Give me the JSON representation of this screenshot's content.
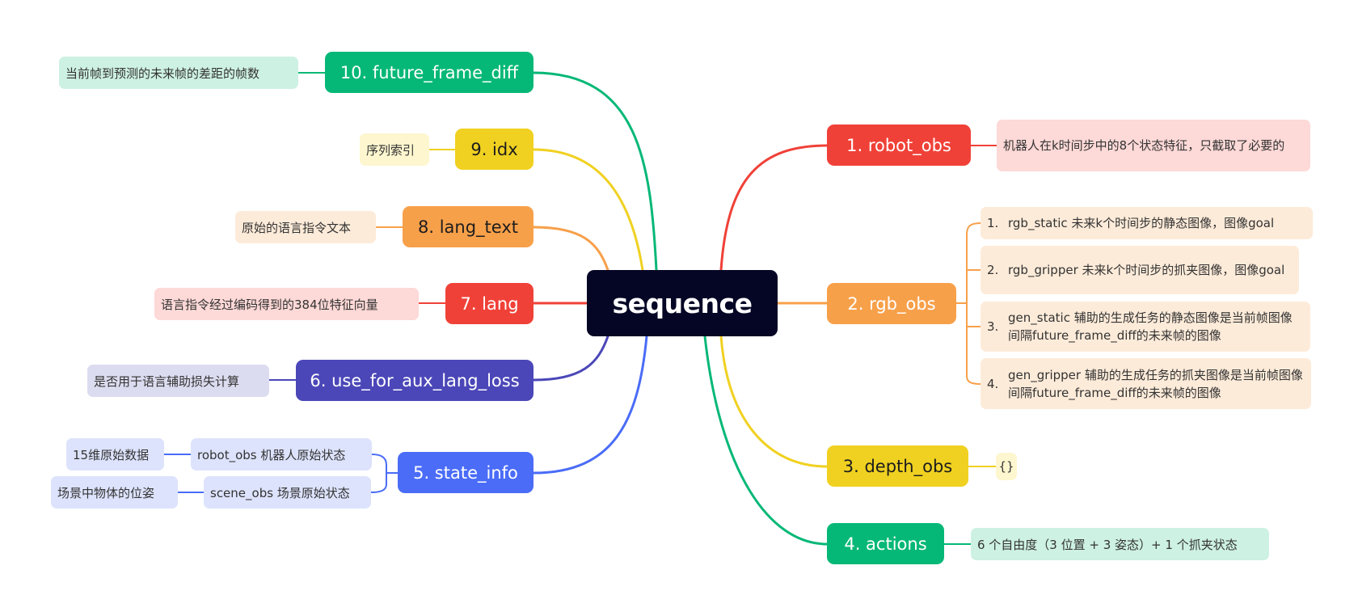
{
  "root": {
    "label": "sequence"
  },
  "right": [
    {
      "label": "1.  robot_obs",
      "color": "#f04138",
      "note": "机器人在k时间步中的8个状态特征，只截取了必要的",
      "note_bg": "#fdd9d7"
    },
    {
      "label": "2.  rgb_obs",
      "color": "#f7a04a",
      "items": [
        {
          "num": "1.",
          "text": "rgb_static 未来k个时间步的静态图像，图像goal"
        },
        {
          "num": "2.",
          "text": "rgb_gripper 未来k个时间步的抓夹图像，图像goal"
        },
        {
          "num": "3.",
          "text": "gen_static 辅助的生成任务的静态图像是当前帧图像间隔future_frame_diff的未来帧的图像"
        },
        {
          "num": "4.",
          "text": "gen_gripper 辅助的生成任务的抓夹图像是当前帧图像间隔future_frame_diff的未来帧的图像"
        }
      ],
      "item_bg": "#fdebd9"
    },
    {
      "label": "3. depth_obs",
      "color": "#f0d121",
      "note": "{}",
      "note_bg": "#fdf6cf"
    },
    {
      "label": "4. actions",
      "color": "#06b877",
      "note": "6 个自由度（3 位置 + 3 姿态）+ 1 个抓夹状态",
      "note_bg": "#cdf1e2"
    }
  ],
  "left": [
    {
      "label": "10. future_frame_diff",
      "color": "#06b877",
      "note": "当前帧到预测的未来帧的差距的帧数",
      "note_bg": "#cdf1e2"
    },
    {
      "label": "9. idx",
      "color": "#f0d121",
      "note": "序列索引",
      "note_bg": "#fdf6cf"
    },
    {
      "label": "8. lang_text",
      "color": "#f7a04a",
      "note": "原始的语言指令文本",
      "note_bg": "#fdebd9"
    },
    {
      "label": "7. lang",
      "color": "#f04138",
      "note": "语言指令经过编码得到的384位特征向量",
      "note_bg": "#fdd9d7"
    },
    {
      "label": "6. use_for_aux_lang_loss",
      "color": "#4b47b8",
      "note": "是否用于语言辅助损失计算",
      "note_bg": "#dcdcf0"
    },
    {
      "label": "5. state_info",
      "color": "#4a6cf7",
      "subs": [
        {
          "label": "robot_obs 机器人原始状态",
          "note": "15维原始数据"
        },
        {
          "label": "scene_obs 场景原始状态",
          "note": "场景中物体的位姿"
        }
      ],
      "sub_bg": "#dde3fc"
    }
  ]
}
